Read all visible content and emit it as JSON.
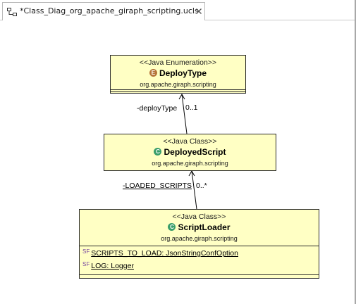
{
  "tab": {
    "title": "*Class_Diag_org_apache_giraph_scripting.ucls",
    "icon": "class-diagram-icon",
    "close_icon": "close-icon"
  },
  "colors": {
    "box_fill": "#ffffc4",
    "enum_badge": "#b5753b",
    "class_badge": "#3a9e6a"
  },
  "diagram": {
    "deploy_type": {
      "stereotype": "<<Java Enumeration>>",
      "badge": "E",
      "name": "DeployType",
      "package": "org.apache.giraph.scripting"
    },
    "deployed_script": {
      "stereotype": "<<Java Class>>",
      "badge": "C",
      "name": "DeployedScript",
      "package": "org.apache.giraph.scripting"
    },
    "script_loader": {
      "stereotype": "<<Java Class>>",
      "badge": "C",
      "name": "ScriptLoader",
      "package": "org.apache.giraph.scripting",
      "attributes": [
        {
          "modifiers": "SF",
          "text": "SCRIPTS_TO_LOAD: JsonStringConfOption"
        },
        {
          "modifiers": "SF",
          "text": "LOG: Logger"
        }
      ]
    },
    "assoc_deploy_type": {
      "role": "-deployType",
      "multiplicity": "0..1"
    },
    "assoc_loaded_scripts": {
      "role": "-LOADED_SCRIPTS",
      "multiplicity": "0..*"
    }
  }
}
